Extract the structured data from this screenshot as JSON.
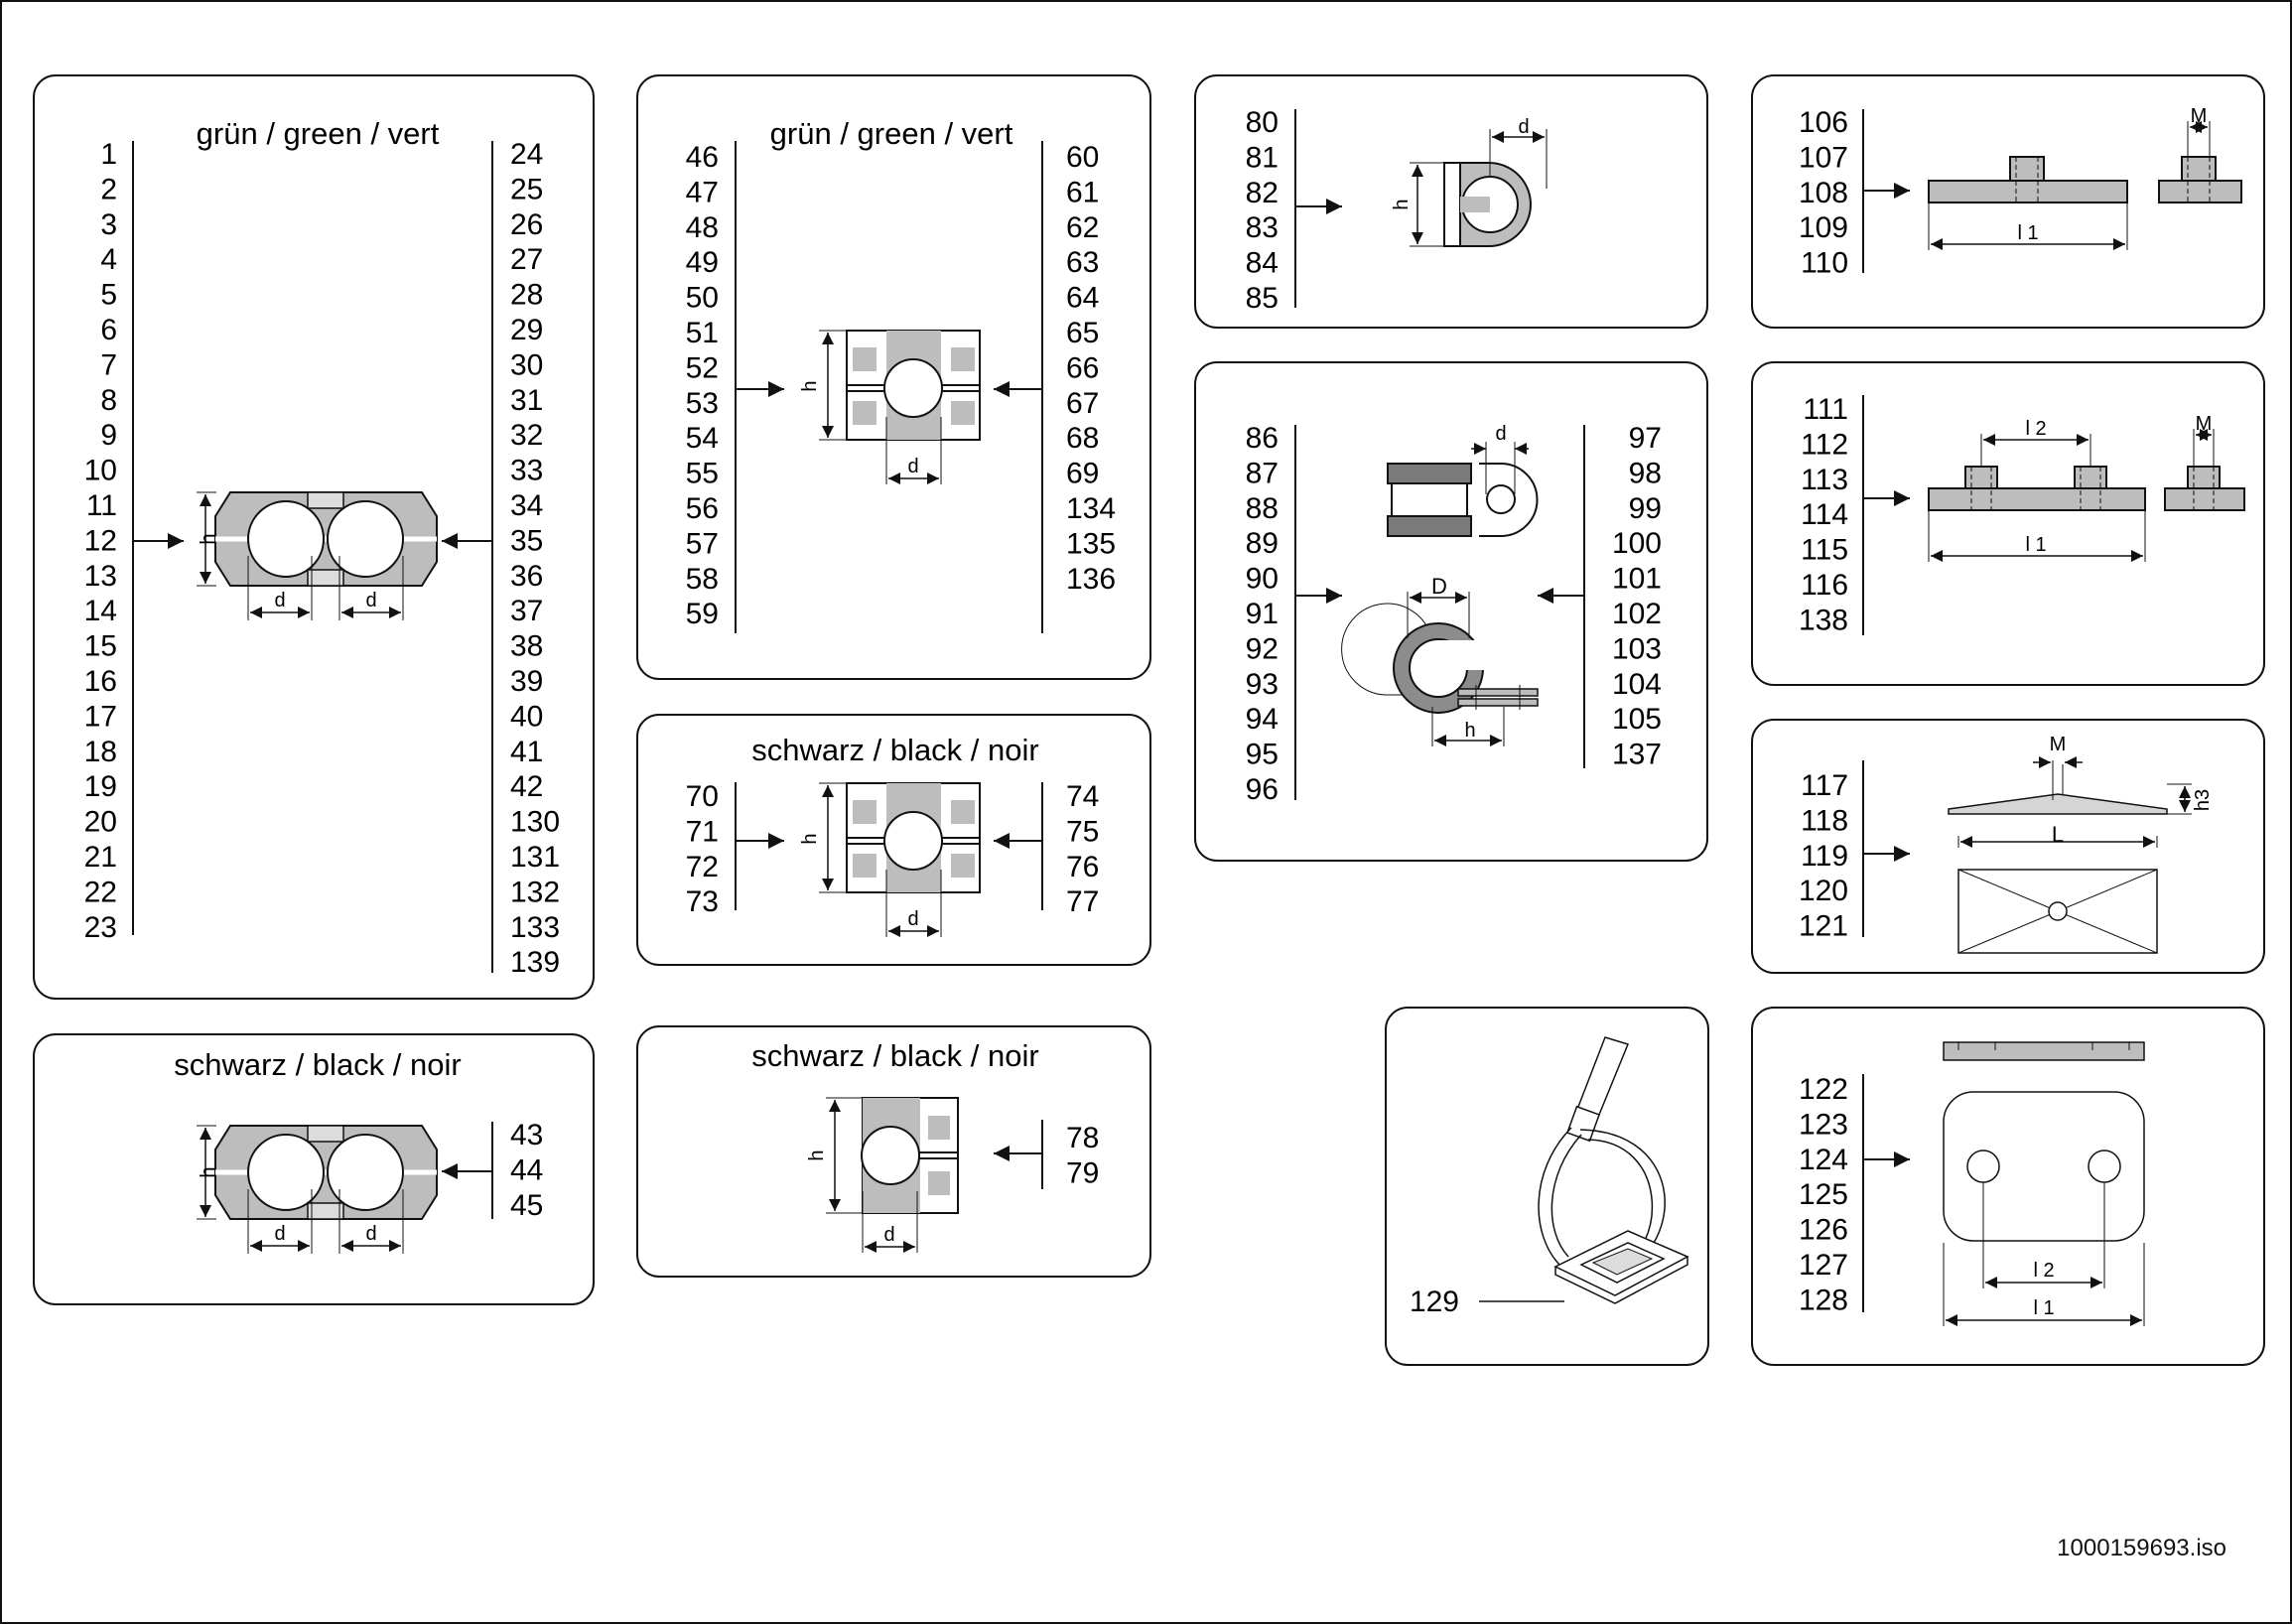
{
  "title": "",
  "panels": {
    "p1": {
      "heading": "grün / green / vert",
      "left_numbers": [
        "1",
        "2",
        "3",
        "4",
        "5",
        "6",
        "7",
        "8",
        "9",
        "10",
        "11",
        "12",
        "13",
        "14",
        "15",
        "16",
        "17",
        "18",
        "19",
        "20",
        "21",
        "22",
        "23"
      ],
      "right_numbers": [
        "24",
        "25",
        "26",
        "27",
        "28",
        "29",
        "30",
        "31",
        "32",
        "33",
        "34",
        "35",
        "36",
        "37",
        "38",
        "39",
        "40",
        "41",
        "42",
        "130",
        "131",
        "132",
        "133",
        "139"
      ],
      "dim_h": "h",
      "dim_d": "d"
    },
    "p2": {
      "heading": "schwarz / black / noir",
      "right_numbers": [
        "43",
        "44",
        "45"
      ],
      "dim_h": "h",
      "dim_d": "d"
    },
    "p3": {
      "heading": "grün / green / vert",
      "left_numbers": [
        "46",
        "47",
        "48",
        "49",
        "50",
        "51",
        "52",
        "53",
        "54",
        "55",
        "56",
        "57",
        "58",
        "59"
      ],
      "right_numbers": [
        "60",
        "61",
        "62",
        "63",
        "64",
        "65",
        "66",
        "67",
        "68",
        "69",
        "134",
        "135",
        "136"
      ],
      "dim_h": "h",
      "dim_d": "d"
    },
    "p4": {
      "heading": "schwarz / black / noir",
      "left_numbers": [
        "70",
        "71",
        "72",
        "73"
      ],
      "right_numbers": [
        "74",
        "75",
        "76",
        "77"
      ],
      "dim_h": "h",
      "dim_d": "d"
    },
    "p5": {
      "heading": "schwarz / black / noir",
      "right_numbers": [
        "78",
        "79"
      ],
      "dim_h": "h",
      "dim_d": "d"
    },
    "p6": {
      "left_numbers": [
        "80",
        "81",
        "82",
        "83",
        "84",
        "85"
      ],
      "dim_h": "h",
      "dim_d": "d"
    },
    "p7": {
      "left_numbers": [
        "86",
        "87",
        "88",
        "89",
        "90",
        "91",
        "92",
        "93",
        "94",
        "95",
        "96"
      ],
      "right_numbers": [
        "97",
        "98",
        "99",
        "100",
        "101",
        "102",
        "103",
        "104",
        "105",
        "137"
      ],
      "dim_d": "d",
      "dim_D": "D",
      "dim_h": "h"
    },
    "p8": {
      "label": "129"
    },
    "p9": {
      "left_numbers": [
        "106",
        "107",
        "108",
        "109",
        "110"
      ],
      "dim_M": "M",
      "dim_l1": "l 1"
    },
    "p10": {
      "left_numbers": [
        "111",
        "112",
        "113",
        "114",
        "115",
        "116",
        "138"
      ],
      "dim_M": "M",
      "dim_l1": "l 1",
      "dim_l2": "l 2"
    },
    "p11": {
      "left_numbers": [
        "117",
        "118",
        "119",
        "120",
        "121"
      ],
      "dim_M": "M",
      "dim_h3": "h3",
      "dim_L": "L"
    },
    "p12": {
      "left_numbers": [
        "122",
        "123",
        "124",
        "125",
        "126",
        "127",
        "128"
      ],
      "dim_l1": "l 1",
      "dim_l2": "l 2"
    }
  },
  "colors": {
    "part_fill": "#bdbdbd",
    "part_dark": "#7a7a7a",
    "line": "#111111"
  },
  "file_id": "1000159693.iso"
}
